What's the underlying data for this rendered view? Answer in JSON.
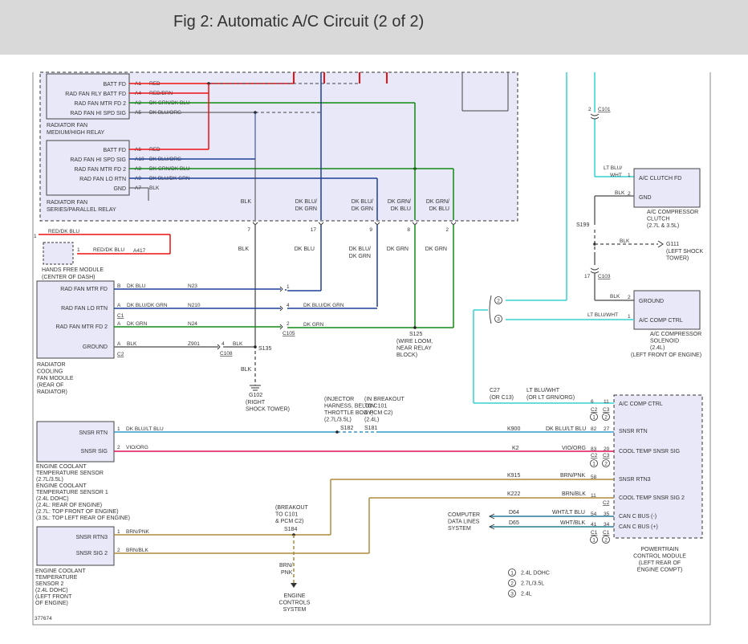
{
  "title": "Fig 2: Automatic A/C Circuit (2 of 2)",
  "diagram_id": "377674",
  "colors": {
    "module_fill": "#e8e8f8",
    "module_stroke": "#555555",
    "red": "#ee1111",
    "blue": "#1f3f99",
    "green": "#138813",
    "cyan": "#33d3d3",
    "lightblue": "#3399cc",
    "pink": "#dd1155",
    "brown": "#b08a3a",
    "black": "#666666"
  },
  "relay1": {
    "pins": [
      "BATT FD",
      "RAD FAN RLY BATT FD",
      "RAD FAN MTR FD 2",
      "RAD FAN HI SPD SIG"
    ],
    "cavities": [
      "A1",
      "A4",
      "A2",
      "A5"
    ],
    "wires": [
      "RED",
      "RED/BRN",
      "DK GRN/DK BLU",
      "DK BLU/ORG"
    ],
    "name1": "RADIATOR FAN",
    "name2": "MEDIUM/HIGH RELAY"
  },
  "relay2": {
    "pins": [
      "BATT FD",
      "RAD FAN HI SPD SIG",
      "RAD FAN MTR FD 2",
      "RAD FAN LO RTN",
      "GND"
    ],
    "cavities": [
      "A6",
      "A10",
      "A8",
      "A9",
      "A7"
    ],
    "wires": [
      "RED",
      "DK BLU/ORG",
      "DK GRN/DK BLU",
      "DK BLU/DK GRN",
      "BLK"
    ],
    "name1": "RADIATOR FAN",
    "name2": "SERIES/PARALLEL RELAY"
  },
  "bottom_outputs": [
    {
      "w1": "BLK",
      "w2": "",
      "pin": "7",
      "below": "BLK",
      "below2": ""
    },
    {
      "w1": "DK BLU/",
      "w2": "DK GRN",
      "pin": "17",
      "below": "DK BLU",
      "below2": ""
    },
    {
      "w1": "DK BLU/",
      "w2": "DK GRN",
      "pin": "9",
      "below": "DK BLU/",
      "below2": "DK GRN"
    },
    {
      "w1": "DK GRN/",
      "w2": "DK BLU",
      "pin": "8",
      "below": "DK GRN",
      "below2": ""
    },
    {
      "w1": "DK GRN/",
      "w2": "DK BLU",
      "pin": "2",
      "below": "DK GRN",
      "below2": ""
    }
  ],
  "hfm": {
    "pin_outer": "1",
    "wire_outer": "RED/DK BLU",
    "pin_inner": "1",
    "wire_inner": "RED/DK BLU",
    "circuit": "A417",
    "name1": "HANDS FREE MODULE",
    "name2": "(CENTER OF DASH)"
  },
  "rcfm": {
    "pins": [
      "RAD FAN MTR FD",
      "RAD FAN LO RTN",
      "RAD FAN MTR FD 2",
      "GROUND"
    ],
    "cavities": [
      "B",
      "A",
      "A",
      "A"
    ],
    "wires": [
      "DK BLU",
      "DK BLU/DK GRN",
      "DK GRN",
      "BLK"
    ],
    "circuits": [
      "N23",
      "N210",
      "N24",
      "Z901"
    ],
    "conn_c1": "C1",
    "conn_c2": "C2",
    "inline_pins": [
      "1",
      "4",
      "2",
      "4"
    ],
    "inline_wires": [
      "",
      "DK BLU/DK GRN",
      "DK GRN",
      "BLK"
    ],
    "c105": "C105",
    "c108": "C108",
    "name": [
      "RADIATOR",
      "COOLING",
      "FAN MODULE",
      "(REAR OF",
      "RADIATOR)"
    ]
  },
  "splices": {
    "s135": "S135",
    "blk": "BLK",
    "s125": "S125",
    "s125_note": [
      "(WIRE LOOM,",
      "NEAR RELAY",
      "BLOCK)"
    ],
    "g102": "G102",
    "g102_note": [
      "(RIGHT",
      "SHOCK TOWER)"
    ]
  },
  "ac_clutch": {
    "c101_pin": "2",
    "c101": "C101",
    "wire1": "LT BLU/",
    "wire1b": "WHT",
    "pin1": "1",
    "pin1_name": "A/C CLUTCH FD",
    "wire2": "BLK",
    "pin2": "2",
    "pin2_name": "GND",
    "name": [
      "A/C COMPRESSOR",
      "CLUTCH",
      "(2.7L & 3.5L)"
    ],
    "s199": "S199",
    "blk_left": "BLK",
    "blk_right": "BLK",
    "g111": "G111",
    "g111_note": [
      "(LEFT SHOCK",
      "TOWER)"
    ],
    "c103_pin": "17",
    "c103": "C103"
  },
  "ac_solenoid": {
    "wire1": "BLK",
    "pin1": "2",
    "pin1_name": "GROUND",
    "wire2": "LT BLU/WHT",
    "pin2": "1",
    "pin2_name": "A/C COMP CTRL",
    "name": [
      "A/C COMPRESSOR",
      "SOLENOID",
      "(2.4L)",
      "(LEFT FRONT OF ENGINE)"
    ],
    "badges": [
      "2",
      "3"
    ]
  },
  "pcm": {
    "pins": [
      "A/C COMP CTRL",
      "SNSR RTN",
      "COOL TEMP SNSR SIG",
      "SNSR RTN3",
      "COOL TEMP SNSR SIG 2",
      "CAN C BUS (-)",
      "CAN C BUS (+)"
    ],
    "cav_a": [
      "6",
      "82",
      "83",
      "58",
      "11",
      "54",
      "41"
    ],
    "cav_b": [
      "11",
      "27",
      "20",
      "",
      "",
      "35",
      "34"
    ],
    "c2": "C2",
    "c3": "C3",
    "c1": "C1",
    "c27_note": [
      "C27",
      "(OR C13)"
    ],
    "wire_note": [
      "LT BLU/WHT",
      "(OR LT GRN/ORG)"
    ],
    "name": [
      "POWERTRAIN",
      "CONTROL MODULE",
      "(LEFT REAR OF",
      "ENGINE COMPT)"
    ]
  },
  "sensor_wires": {
    "k900": "K900",
    "k900_color": "DK BLU/LT BLU",
    "k2": "K2",
    "k2_color": "VIO/ORG",
    "k915": "K915",
    "k915_color": "BRN/PNK",
    "k222": "K222",
    "k222_color": "BRN/BLK",
    "d64": "D64",
    "d64_color": "WHT/LT BLU",
    "d65": "D65",
    "d65_color": "WHT/BLK",
    "data_lines": [
      "COMPUTER",
      "DATA LINES",
      "SYSTEM"
    ],
    "s182_note": [
      "(INJECTOR",
      "HARNESS, BELOW",
      "THROTTLE BODY)",
      "(2.7L/3.5L)"
    ],
    "s182": "S182",
    "s181_note": [
      "(IN BREAKOUT",
      "TO C101",
      "& PCM C2)",
      "(2.4L)"
    ],
    "s181": "S181",
    "s184_note": [
      "(BREAKOUT",
      "TO C101",
      "& PCM C2)"
    ],
    "s184": "S184",
    "brn_pnk": [
      "BRN/",
      "PNK"
    ],
    "ecs": [
      "ENGINE",
      "CONTROLS",
      "SYSTEM"
    ]
  },
  "ects1": {
    "pins": [
      "SNSR RTN",
      "SNSR SIG"
    ],
    "cav": [
      "1",
      "2"
    ],
    "wires": [
      "DK BLU/LT BLU",
      "VIO/ORG"
    ],
    "name": [
      "ENGINE COOLANT",
      "TEMPERATURE SENSOR",
      "(2.7L/3.5L)",
      "ENGINE COOLANT",
      "TEMPERATURE SENSOR 1",
      "(2.4L DOHC)",
      "(2.4L: REAR OF ENGINE)",
      "(2.7L: TOP FRONT OF ENGINE)",
      "(3.5L: TOP LEFT REAR OF ENGINE)"
    ]
  },
  "ects2": {
    "pins": [
      "SNSR RTN3",
      "SNSR SIG 2"
    ],
    "cav": [
      "1",
      "2"
    ],
    "wires": [
      "BRN/PNK",
      "BRN/BLK"
    ],
    "name": [
      "ENGINE COOLANT",
      "TEMPERATURE",
      "SENSOR 2",
      "(2.4L DOHC)",
      "(LEFT FRONT",
      "OF ENGINE)"
    ]
  },
  "legend": [
    {
      "num": "1",
      "text": "2.4L DOHC"
    },
    {
      "num": "2",
      "text": "2.7L/3.5L"
    },
    {
      "num": "3",
      "text": "2.4L"
    }
  ]
}
